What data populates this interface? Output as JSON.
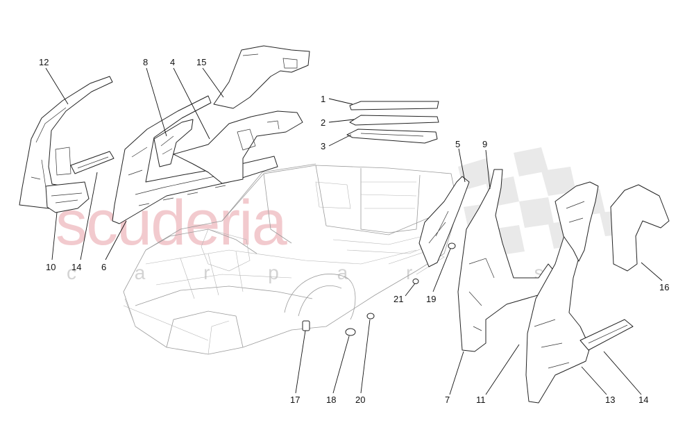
{
  "watermark": {
    "brand": "scuderia",
    "sub": "c a r  p a r t s",
    "brand_color": "#e9a0a7",
    "flag_color": "#d8d8d8"
  },
  "callouts": [
    {
      "id": "c1",
      "label": "1"
    },
    {
      "id": "c2",
      "label": "2"
    },
    {
      "id": "c3",
      "label": "3"
    },
    {
      "id": "c4",
      "label": "4"
    },
    {
      "id": "c5",
      "label": "5"
    },
    {
      "id": "c6",
      "label": "6"
    },
    {
      "id": "c7",
      "label": "7"
    },
    {
      "id": "c8",
      "label": "8"
    },
    {
      "id": "c9",
      "label": "9"
    },
    {
      "id": "c10",
      "label": "10"
    },
    {
      "id": "c11",
      "label": "11"
    },
    {
      "id": "c12",
      "label": "12"
    },
    {
      "id": "c13",
      "label": "13"
    },
    {
      "id": "c14a",
      "label": "14"
    },
    {
      "id": "c14b",
      "label": "14"
    },
    {
      "id": "c15",
      "label": "15"
    },
    {
      "id": "c16",
      "label": "16"
    },
    {
      "id": "c17",
      "label": "17"
    },
    {
      "id": "c18",
      "label": "18"
    },
    {
      "id": "c19",
      "label": "19"
    },
    {
      "id": "c20",
      "label": "20"
    },
    {
      "id": "c21",
      "label": "21"
    }
  ]
}
